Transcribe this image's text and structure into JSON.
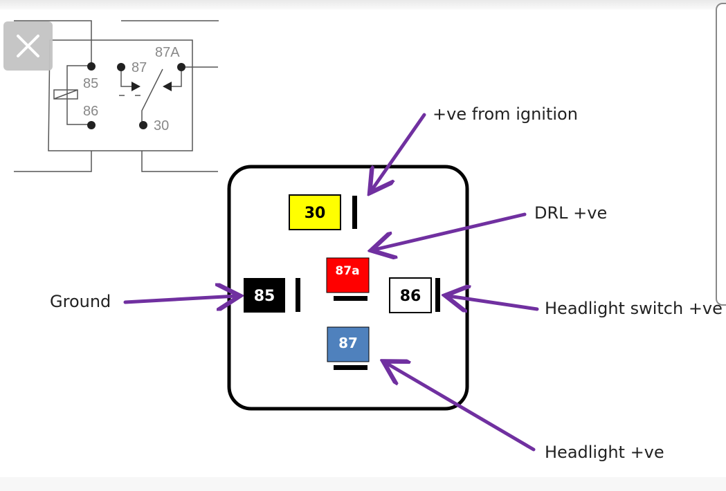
{
  "viewer": {
    "close_icon": "close-icon"
  },
  "schematic": {
    "pins": [
      "85",
      "86",
      "87",
      "87A",
      "30"
    ]
  },
  "relay": {
    "pins": [
      {
        "id": "30",
        "label": "30",
        "color": "#ffff00"
      },
      {
        "id": "87a",
        "label": "87a",
        "color": "#ff0000"
      },
      {
        "id": "85",
        "label": "85",
        "color": "#000000"
      },
      {
        "id": "86",
        "label": "86",
        "color": "#ffffff"
      },
      {
        "id": "87",
        "label": "87",
        "color": "#4f81bd"
      }
    ]
  },
  "labels": {
    "ignition": "+ve from ignition",
    "drl": "DRL +ve",
    "ground": "Ground",
    "headlight_switch": "Headlight switch +ve",
    "headlight": "Headlight +ve"
  },
  "colors": {
    "arrow": "#7030a0"
  }
}
